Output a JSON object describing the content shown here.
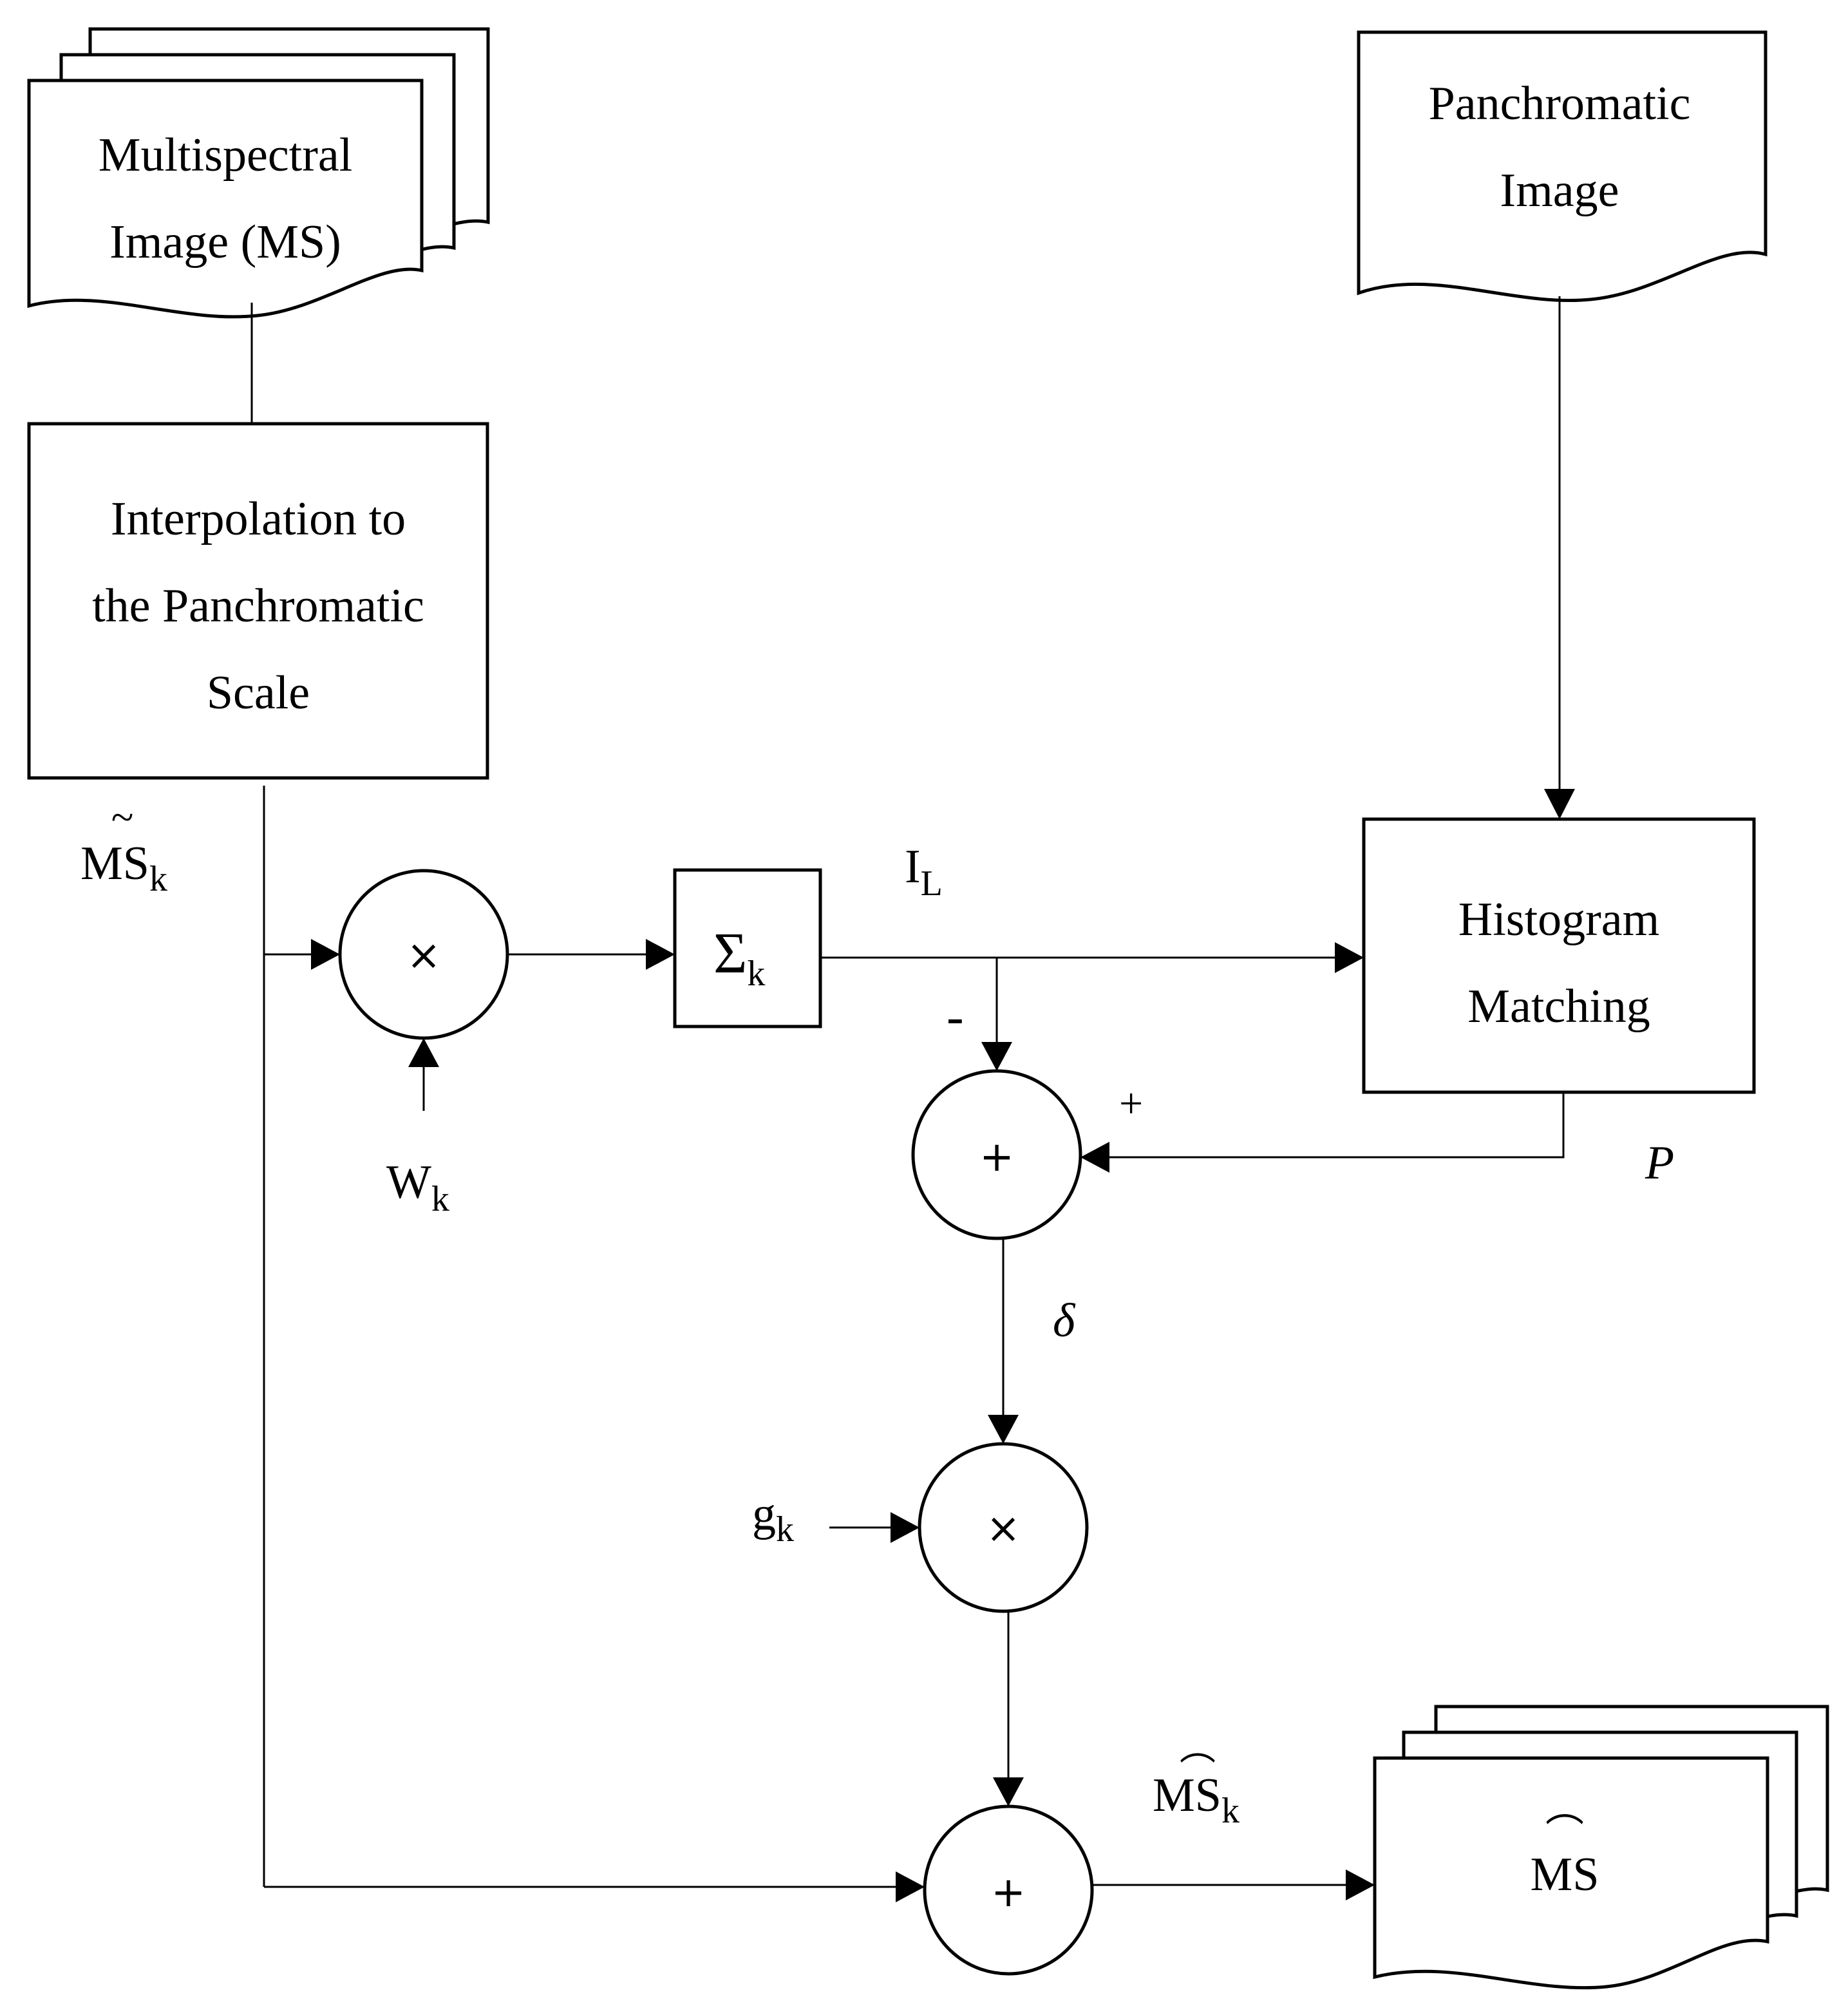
{
  "multispectral": {
    "line1": "Multispectral",
    "line2": "Image (MS)"
  },
  "panchromatic": {
    "line1": "Panchromatic",
    "line2": "Image"
  },
  "interpolation": {
    "line1": "Interpolation to",
    "line2": "the Panchromatic",
    "line3": "Scale"
  },
  "histogram": {
    "line1": "Histogram",
    "line2": "Matching"
  },
  "labels": {
    "ms_tilde_base": "MS",
    "ms_tilde_sub": "k",
    "w_base": "W",
    "w_sub": "k",
    "sum_base": "Σ",
    "sum_sub": "k",
    "il_base": "I",
    "il_sub": "L",
    "minus": "-",
    "plus": "+",
    "p": "P",
    "delta": "δ",
    "g_base": "g",
    "g_sub": "k",
    "ms_hat_base": "MS",
    "ms_hat_sub": "k",
    "output": "MS"
  },
  "operators": {
    "multiply_1": "×",
    "add_1": "+",
    "multiply_2": "×",
    "add_2": "+"
  }
}
